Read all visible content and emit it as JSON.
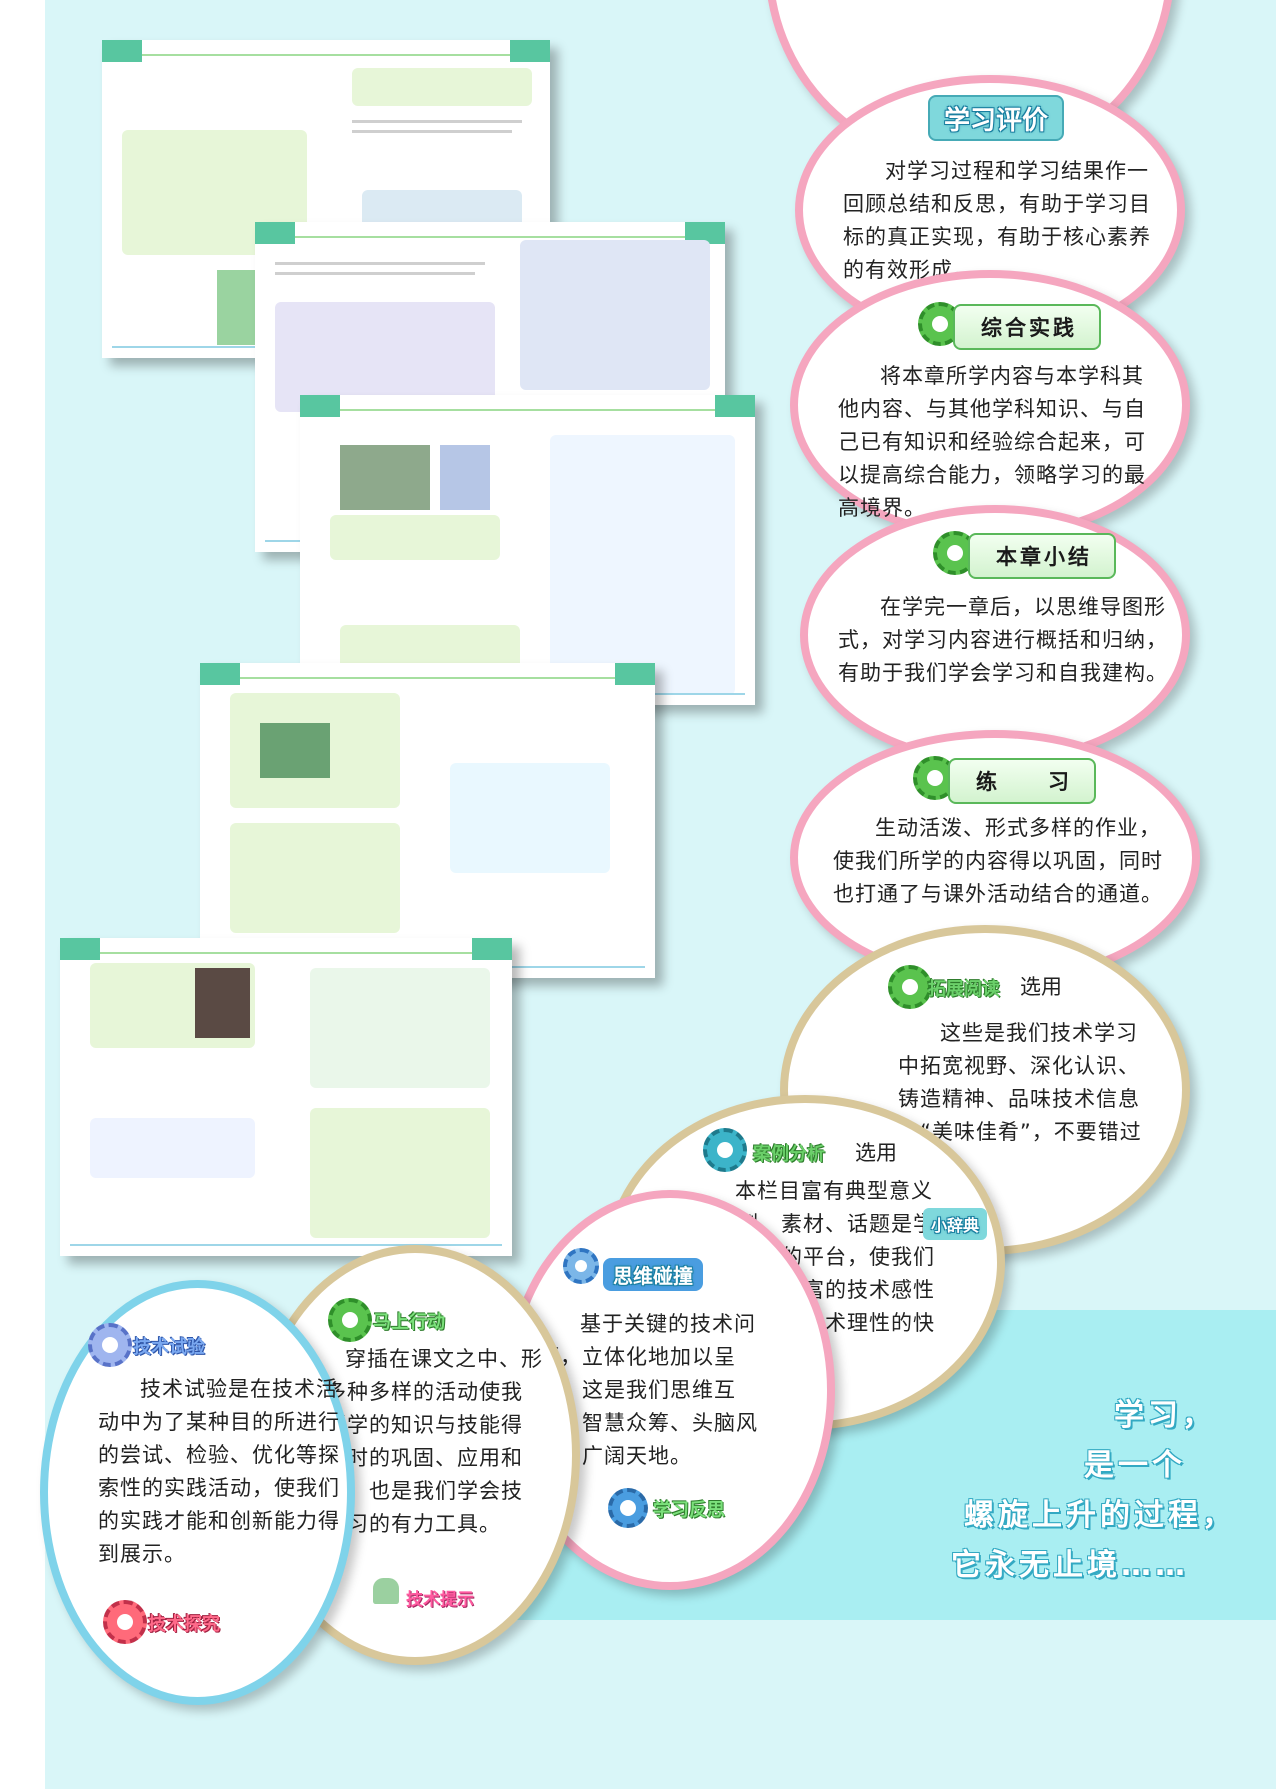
{
  "slogan": [
    "学习，",
    "是一个",
    "螺旋上升的过程，",
    "它永无止境……"
  ],
  "sections": {
    "evaluation": {
      "title": "学习评价",
      "text": "对学习过程和学习结果作一回顾总结和反思，有助于学习目标的真正实现，有助于核心素养的有效形成。"
    },
    "practice": {
      "title": "综合实践",
      "text": "将本章所学内容与本学科其他内容、与其他学科知识、与自己已有知识和经验综合起来，可以提高综合能力，领略学习的最高境界。"
    },
    "summary": {
      "title": "本章小结",
      "text": "在学完一章后，以思维导图形式，对学习内容进行概括和归纳，有助于我们学会学习和自我建构。"
    },
    "exercise": {
      "title": "练　　习",
      "text": "生动活泼、形式多样的作业，使我们所学的内容得以巩固，同时也打通了与课外活动结合的通道。"
    },
    "reading": {
      "title": "拓展阅读",
      "option": "选用",
      "text": "这些是我们技术学习中拓宽视野、深化认识、铸造精神、品味技术信息的“美味佳肴”，不要错过哟。"
    },
    "case": {
      "title": "案例分析",
      "option": "选用",
      "text": "本栏目富有典型意义的范例、素材、话题是学习中对话的平台，使我们享受到由丰富的技术感性走向深刻的技术理性的快乐。",
      "extra": "小辞典"
    },
    "thinking": {
      "title": "思维碰撞",
      "text": "基于关键的技术问题，立体化地加以呈现，这是我们思维互联、智慧众筹、头脑风暴的广阔天地。",
      "extra": "学习反思"
    },
    "action": {
      "title": "马上行动",
      "text": "穿插在课文之中、形式多种多样的活动使我们所学的知识与技能得到及时的巩固、应用和内化，也是我们学会技术学习的有力工具。",
      "extra": "技术提示"
    },
    "experiment": {
      "title": "技术试验",
      "text": "技术试验是在技术活动中为了某种目的所进行的尝试、检验、优化等探索性的实践活动，使我们的实践才能和创新能力得到展示。",
      "extra": "技术探究"
    }
  },
  "colors": {
    "pink": "#f5a6bf",
    "tan": "#d8c79a",
    "blue": "#7fd3ea",
    "teal_band": "#a9eef2",
    "green": "#5ac34e"
  }
}
